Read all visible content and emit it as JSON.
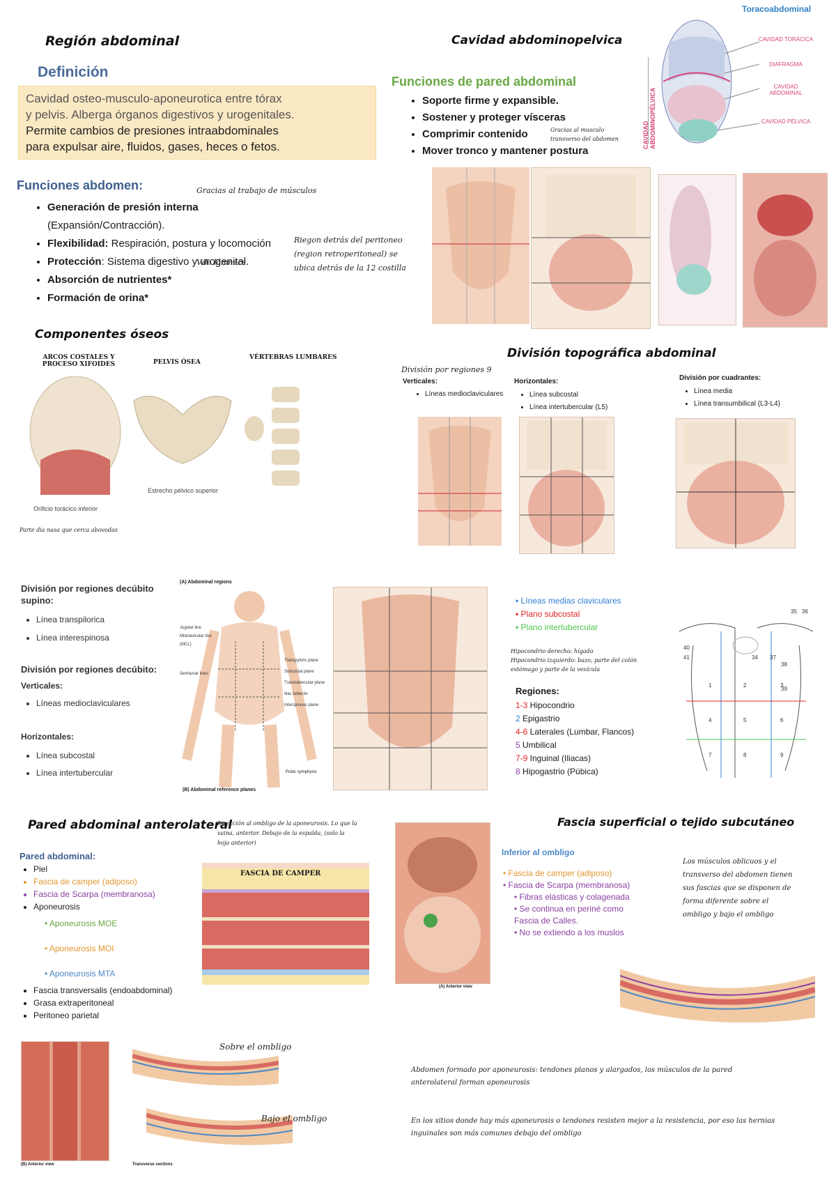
{
  "s1": {
    "title": "Región abdominal",
    "def_heading": "Definición",
    "def_lines": [
      "Cavidad osteo-musculo-aponeurotica entre tórax",
      "y pelvis. Alberga órganos digestivos y urogenitales.",
      "Permite cambios de presiones intraabdominales",
      "para expulsar aire, fluidos, gases, heces o fetos."
    ],
    "func_heading": "Funciones abdomen:",
    "func_items": [
      {
        "b": "Generación de presión interna",
        "t": " (Expansión/Contracción)."
      },
      {
        "b": "Flexibilidad:",
        "t": " Respiración, postura y locomoción"
      },
      {
        "b": "Protección",
        "t": ": Sistema digestivo y urogenital."
      },
      {
        "b": "Absorción de nutrientes*",
        "t": ""
      },
      {
        "b": "Formación de orina*",
        "t": ""
      }
    ],
    "note_musculos": "Gracias al trabajo de músculos",
    "note_vellosidades": "Vde lámnecs",
    "note_retroperitoneo": [
      "Riegon detrás del peritoneo",
      "(region retroperitoneal) se",
      "ubica detrás de la 12 costilla"
    ]
  },
  "s2": {
    "title": "Cavidad abdominopelvica",
    "func_heading": "Funciones de pared abdominal",
    "items": [
      "Soporte firme y expansible.",
      "Sostener  y proteger vísceras",
      "Comprimir contenido",
      "Mover tronco y mantener postura"
    ],
    "note_small": [
      "Gracias al musculo",
      "transverso del abdomen"
    ],
    "diagram_title": "Toracoabdominal",
    "diagram_side": "CAVIDAD ABDOMINOPÉLVICA",
    "diagram_labels": [
      "CAVIDAD TORÁCICA",
      "DIAFRAGMA",
      "CAVIDAD ABDOMINAL",
      "CAVIDAD PÉLVICA"
    ]
  },
  "s3": {
    "title": "Componentes óseos",
    "col1": [
      "ARCOS COSTALES Y",
      "PROCESO XIFOIDES"
    ],
    "col2": "PELVIS ÓSEA",
    "col3": "VÉRTEBRAS LUMBARES",
    "cap1": "Orificio torácico inferior",
    "cap2": "Estrecho pélvico superior",
    "note": "Parte dia nasa que cerca abovodas"
  },
  "s4": {
    "title": "División topográfica abdominal",
    "note_top": "División por regiones 9",
    "verticales_label": "Verticales:",
    "verticales": [
      "Líneas medioclaviculares"
    ],
    "horizontales_label": "Horizontales:",
    "horizontales": [
      "Línea subcostal",
      "Línea intertubercular (L5)"
    ],
    "cuadrantes_label": "División por cuadrantes:",
    "cuadrantes": [
      "Línea media",
      "Línea transumbilical (L3-L4)"
    ]
  },
  "s5": {
    "supino_title": [
      "División por regiones decúbito",
      "supino:"
    ],
    "supino_items": [
      "Línea transpilorica",
      "Línea interespinosa"
    ],
    "decub_title": "División por regiones decúbito:",
    "vert_label": "Verticales:",
    "vert_items": [
      "Líneas medioclaviculares"
    ],
    "hor_label": "Horizontales:",
    "hor_items": [
      "Línea subcostal",
      "Línea intertubercular"
    ],
    "fig_a": "(A) Abdominal regions",
    "fig_b": "(B) Abdominal reference planes",
    "fig_labels": [
      "Jugular line",
      "Midclavicular line (MCL)",
      "Semilunar lines",
      "Transpyloric plane",
      "Subcostal plane",
      "Transtubercular plane",
      "Iliac tubercle",
      "Interspinous plane",
      "Pubic symphysis"
    ]
  },
  "s6": {
    "legend": [
      {
        "t": "Líneas medias claviculares",
        "c": "#2f7fd8"
      },
      {
        "t": "Plano subcostal",
        "c": "#e02424"
      },
      {
        "t": "Plano intertubercular",
        "c": "#4fc64f"
      }
    ],
    "notes": [
      "Hipocondrio derecho: hígado",
      "Hipocondrio izquierdo: bazo, parte del colón",
      "estómago y parte de la vesícula"
    ],
    "regions_title": "Regiones:",
    "regions": [
      {
        "n": "1-3",
        "t": " Hipocondrio"
      },
      {
        "n": "2",
        "t": " Epigastrio"
      },
      {
        "n": "4-6",
        "t": " Laterales (Lumbar, Flancos)"
      },
      {
        "n": "5",
        "t": " Umbilical"
      },
      {
        "n": "7-9",
        "t": " Inguinal (Iliacas)"
      },
      {
        "n": "8",
        "t": " Hipogastrio (Púbica)"
      }
    ],
    "region_colors": [
      "#e02424",
      "#2f7fd8",
      "#e02424",
      "#8b3fa2",
      "#e02424",
      "#8b3fa2"
    ],
    "diag_numbers": [
      "1",
      "2",
      "3",
      "4",
      "5",
      "6",
      "7",
      "8",
      "9",
      "35",
      "36",
      "34",
      "37",
      "38",
      "39",
      "40",
      "41"
    ]
  },
  "s7": {
    "title": "Pared abdominal anterolateral",
    "note": [
      "Dirección al ombligo de la aponeurosis. Lo que la",
      "vaina, anterior. Debajo de la espalda, (solo la",
      "hoja anterior)"
    ],
    "list_heading": "Pared abdominal:",
    "layers": [
      {
        "t": "Piel",
        "c": "#222"
      },
      {
        "t": "Fascia de camper (adiposo)",
        "c": "#e3962f"
      },
      {
        "t": "Fascia de Scarpa (membranosa)",
        "c": "#8b3fa2"
      },
      {
        "t": "Aponeurosis",
        "c": "#222"
      }
    ],
    "apo": [
      {
        "t": "Aponeurosis MOE",
        "c": "#6aa744"
      },
      {
        "t": "Aponeurosis MOI",
        "c": "#e3962f"
      },
      {
        "t": "Aponeurosis MTA",
        "c": "#4a87c5"
      }
    ],
    "layers2": [
      "Fascia transversalis (endoabdominal)",
      "Grasa extraperitoneal",
      "Peritoneo parietal"
    ],
    "fascia_label": "FASCIA DE CAMPER",
    "anterior_view": "(A) Anterior view",
    "sobre": "Sobre el ombligo",
    "bajo": "Bajo el ombligo",
    "b_anterior": "(B) Anterior view",
    "transverse": "Transverse sections"
  },
  "s8": {
    "title": "Fascia superficial o tejido subcutáneo",
    "inferior": "Inferior al ombligo",
    "items": [
      {
        "t": "Fascia de camper (adiposo)",
        "c": "#e3962f",
        "lvl": 0
      },
      {
        "t": "Fascia de Scarpa (membranosa)",
        "c": "#8b3fa2",
        "lvl": 0
      },
      {
        "t": "Fibras elásticas y colagenada",
        "c": "#8b3fa2",
        "lvl": 1
      },
      {
        "t": "Se continua en periné como",
        "c": "#8b3fa2",
        "lvl": 1
      }
    ],
    "calles": "Fascia de Calles.",
    "no_extiende": "No se extiendo a los muslos",
    "note_right": [
      "Los músculos oblicuos y el",
      "transverso del abdomen tienen",
      "sus fascias que se disponen de",
      "forma diferente sobre el",
      "ombligo y bajo el ombligo"
    ],
    "bottom1": [
      "Abdomen formado por aponeurosis: tendones planos y alargados, los músculos de la pared",
      "anterolateral forman aponeurosis"
    ],
    "bottom2": [
      "En los sitios donde hay más aponeurosis o tendones resisten mejor a la resistencia, por eso las hernias",
      "inguinales son más comunes debajo del ombligo"
    ]
  }
}
